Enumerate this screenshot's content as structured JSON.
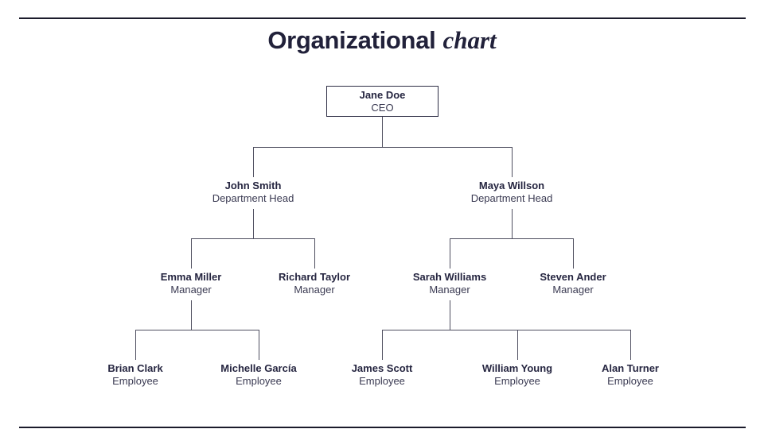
{
  "page": {
    "title_bold": "Organizational",
    "title_italic": "chart"
  },
  "colors": {
    "text_primary": "#252540",
    "text_secondary": "#3a3a52",
    "connector_line": "#4f4f60",
    "page_rule": "#1b1b2b"
  },
  "org": {
    "root": {
      "name": "Jane Doe",
      "role": "CEO"
    },
    "nodes": [
      {
        "name": "John Smith",
        "role": "Department Head"
      },
      {
        "name": "Maya Willson",
        "role": "Department Head"
      },
      {
        "name": "Emma Miller",
        "role": "Manager"
      },
      {
        "name": "Richard Taylor",
        "role": "Manager"
      },
      {
        "name": "Sarah Williams",
        "role": "Manager"
      },
      {
        "name": "Steven Ander",
        "role": "Manager"
      },
      {
        "name": "Brian Clark",
        "role": "Employee"
      },
      {
        "name": "Michelle García",
        "role": "Employee"
      },
      {
        "name": "James Scott",
        "role": "Employee"
      },
      {
        "name": "William Young",
        "role": "Employee"
      },
      {
        "name": "Alan Turner",
        "role": "Employee"
      }
    ]
  }
}
